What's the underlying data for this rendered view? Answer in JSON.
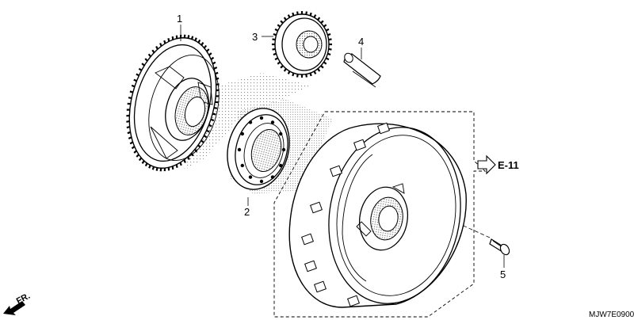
{
  "parts": [
    {
      "callout": "1",
      "icon": "starter-driven-gear"
    },
    {
      "callout": "2",
      "icon": "one-way-clutch"
    },
    {
      "callout": "3",
      "icon": "starter-idle-gear"
    },
    {
      "callout": "4",
      "icon": "idle-gear-shaft"
    },
    {
      "callout": "5",
      "icon": "flange-bolt"
    }
  ],
  "reference": {
    "label": "E-11",
    "icon": "hollow-arrow-right-icon"
  },
  "direction": {
    "label": "FR.",
    "icon": "front-direction-arrow-icon"
  },
  "diagram_code": "MJW7E0900"
}
